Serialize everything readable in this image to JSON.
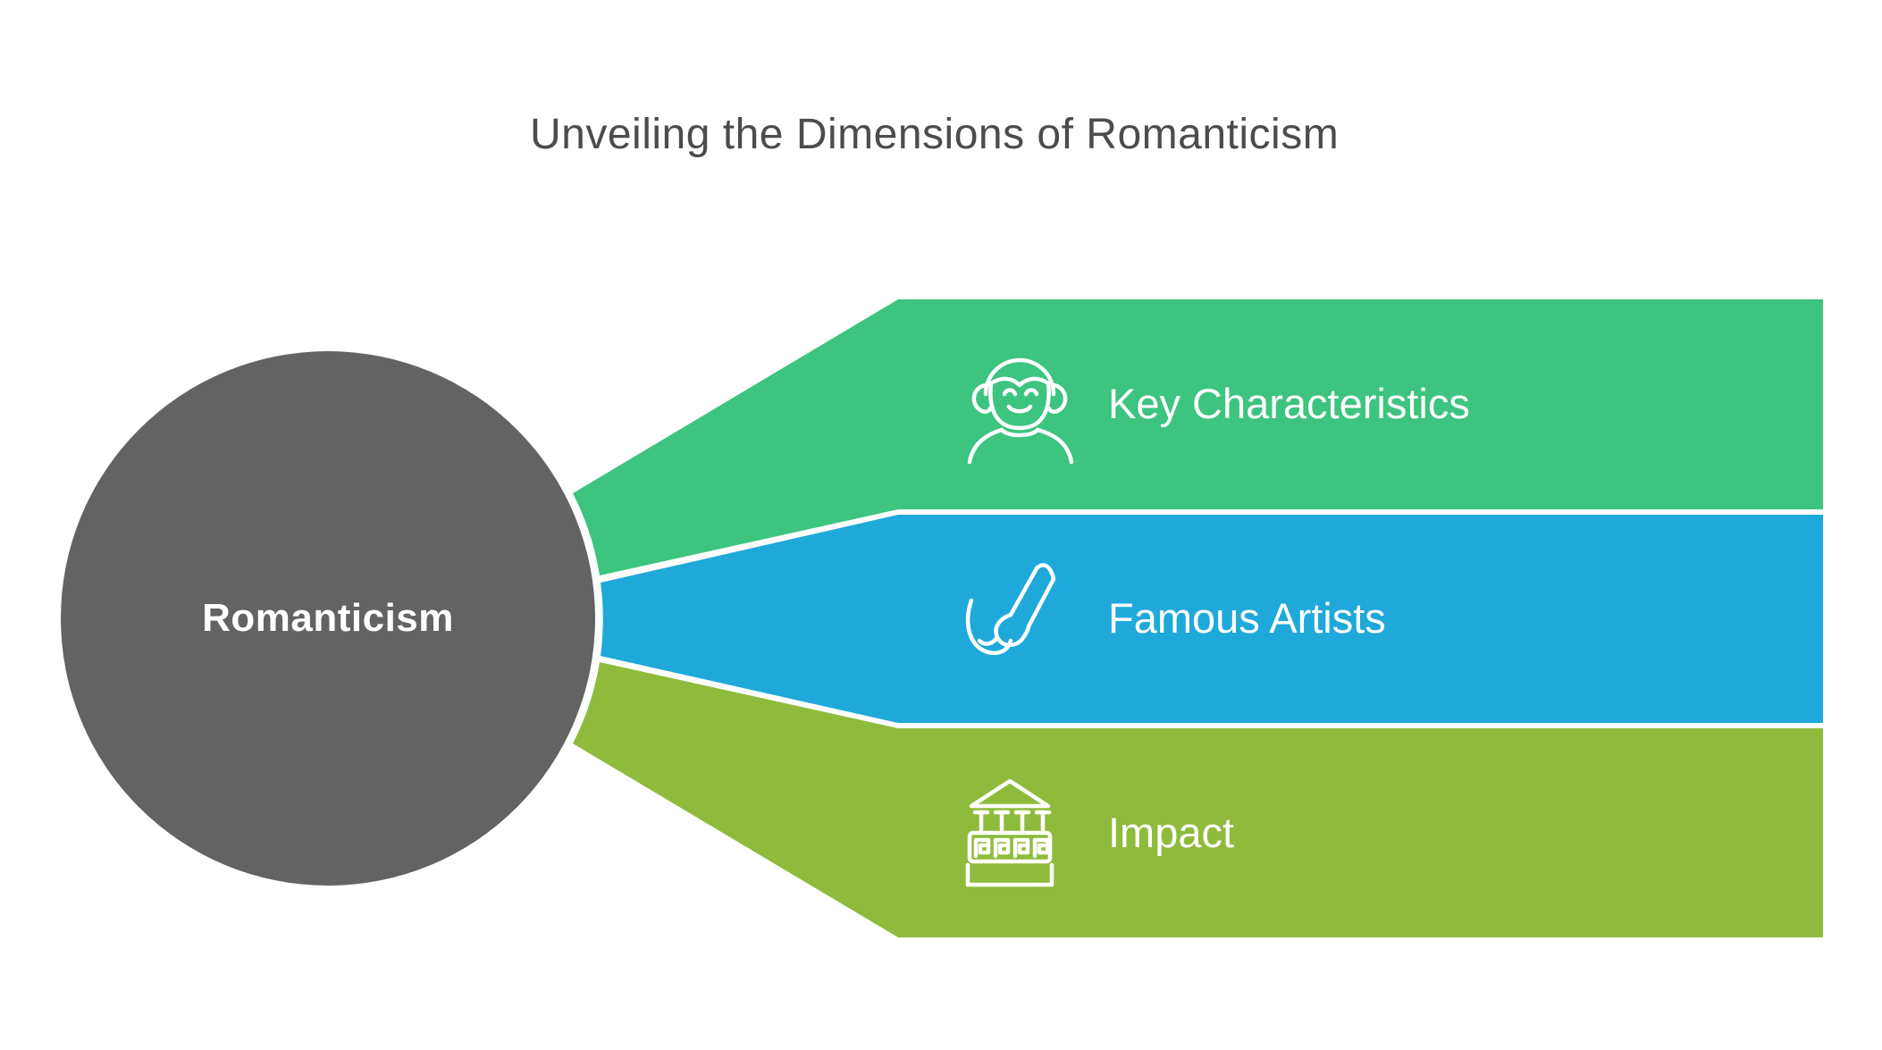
{
  "title": "Unveiling the Dimensions of Romanticism",
  "colors": {
    "background": "#ffffff",
    "title_text": "#4c4c4c",
    "label_text": "#ffffff"
  },
  "center_node": {
    "label": "Romanticism",
    "color": "#636363"
  },
  "branches": [
    {
      "label": "Key Characteristics",
      "icon": "person-icon",
      "color": "#3DC47E"
    },
    {
      "label": "Famous Artists",
      "icon": "paintbrush-icon",
      "color": "#1FA9DA"
    },
    {
      "label": "Impact",
      "icon": "temple-icon",
      "color": "#8EBB3C"
    }
  ]
}
